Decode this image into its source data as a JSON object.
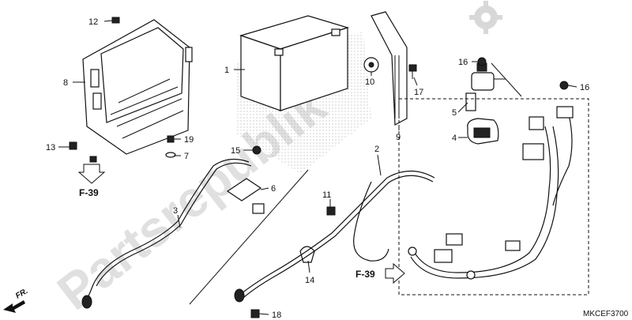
{
  "watermark": "Partsrepublik",
  "catalog_code": "MKCEF3700",
  "front_marker": "FR.",
  "refs": {
    "left": "F-39",
    "right": "F-39"
  },
  "callouts": [
    {
      "id": "c1",
      "num": "1"
    },
    {
      "id": "c2",
      "num": "2"
    },
    {
      "id": "c3",
      "num": "3"
    },
    {
      "id": "c4",
      "num": "4"
    },
    {
      "id": "c5",
      "num": "5"
    },
    {
      "id": "c6",
      "num": "6"
    },
    {
      "id": "c7",
      "num": "7"
    },
    {
      "id": "c8",
      "num": "8"
    },
    {
      "id": "c9",
      "num": "9"
    },
    {
      "id": "c10",
      "num": "10"
    },
    {
      "id": "c11",
      "num": "11"
    },
    {
      "id": "c12",
      "num": "12"
    },
    {
      "id": "c13",
      "num": "13"
    },
    {
      "id": "c14",
      "num": "14"
    },
    {
      "id": "c15",
      "num": "15"
    },
    {
      "id": "c16a",
      "num": "16"
    },
    {
      "id": "c16b",
      "num": "16"
    },
    {
      "id": "c17",
      "num": "17"
    },
    {
      "id": "c18",
      "num": "18"
    },
    {
      "id": "c19",
      "num": "19"
    }
  ],
  "icons": {
    "logo": "gear-icon",
    "arrow": "down-arrow-icon",
    "front": "front-arrow-icon"
  }
}
